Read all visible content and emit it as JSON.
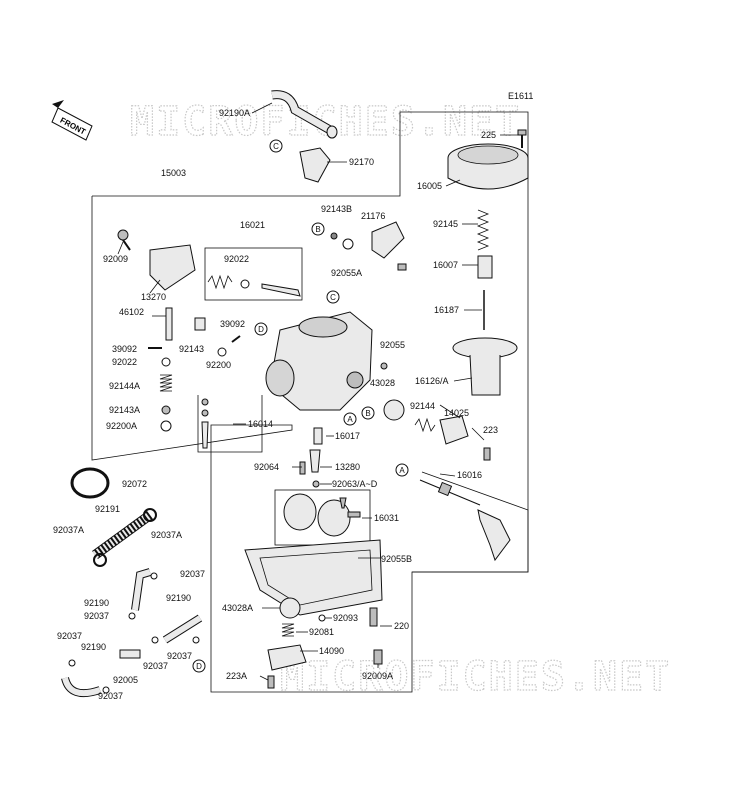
{
  "figure_code": "E1611",
  "front_label": "FRONT",
  "watermark": "MICROFICHES.NET",
  "part_labels": {
    "p92190A": "92190A",
    "p92170": "92170",
    "p225": "225",
    "p16005": "16005",
    "p15003": "15003",
    "p16021": "16021",
    "p92143B": "92143B",
    "p21176": "21176",
    "p92145": "92145",
    "p92009": "92009",
    "p92022": "92022",
    "p92055A": "92055A",
    "p16007": "16007",
    "p13270": "13270",
    "p46102": "46102",
    "p16187": "16187",
    "p39092a": "39092",
    "p39092b": "39092",
    "p92143": "92143",
    "p92055": "92055",
    "p92022b": "92022",
    "p92200": "92200",
    "p16126A": "16126/A",
    "p92144A": "92144A",
    "p43028": "43028",
    "p92144": "92144",
    "p14025": "14025",
    "p92143A": "92143A",
    "p92200A": "92200A",
    "p16014": "16014",
    "p223": "223",
    "p16017": "16017",
    "p16016": "16016",
    "p92064": "92064",
    "p13280": "13280",
    "p92063": "92063/A~D",
    "p92072": "92072",
    "p92191": "92191",
    "p16031": "16031",
    "p92037A1": "92037A",
    "p92037A2": "92037A",
    "p92055B": "92055B",
    "p92037a": "92037",
    "p92190a": "92190",
    "p92190b": "92190",
    "p92037b": "92037",
    "p43028A": "43028A",
    "p92093": "92093",
    "p220": "220",
    "p92081": "92081",
    "p92037c": "92037",
    "p92190c": "92190",
    "p92037d": "92037",
    "p14090": "14090",
    "p92005": "92005",
    "p223A": "223A",
    "p92009A": "92009A",
    "p92037e": "92037"
  },
  "callouts": {
    "c1": "C",
    "c2": "B",
    "c3": "C",
    "c4": "D",
    "c5": "A",
    "c6": "B",
    "c7": "A",
    "c8": "D"
  }
}
